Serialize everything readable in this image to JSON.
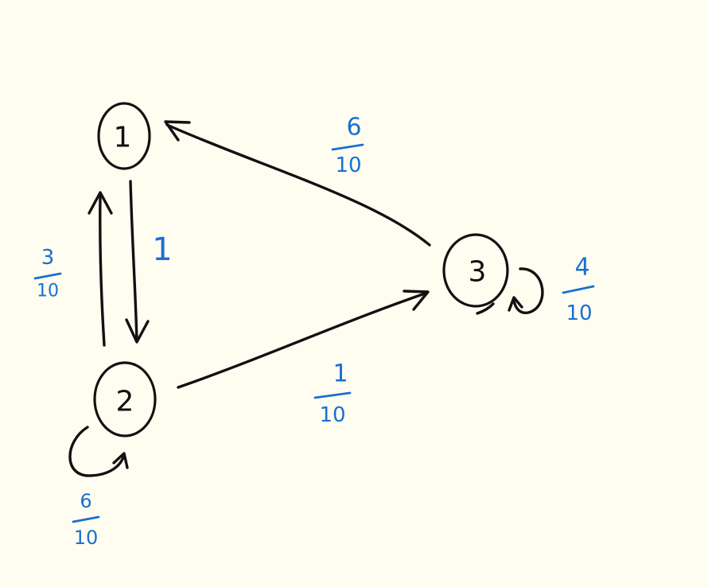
{
  "colors": {
    "background": "#fffdf0",
    "ink": "#111111",
    "label_ink": "#1a6fd1"
  },
  "nodes": [
    {
      "id": "n1",
      "label": "1"
    },
    {
      "id": "n2",
      "label": "2"
    },
    {
      "id": "n3",
      "label": "3"
    }
  ],
  "edges": [
    {
      "id": "e12",
      "from": "1",
      "to": "2",
      "label": {
        "whole": "1"
      }
    },
    {
      "id": "e21",
      "from": "2",
      "to": "1",
      "label": {
        "numerator": "3",
        "denominator": "10"
      }
    },
    {
      "id": "e31",
      "from": "3",
      "to": "1",
      "label": {
        "numerator": "6",
        "denominator": "10"
      }
    },
    {
      "id": "e23",
      "from": "2",
      "to": "3",
      "label": {
        "numerator": "1",
        "denominator": "10"
      }
    },
    {
      "id": "e22",
      "from": "2",
      "to": "2",
      "label": {
        "numerator": "6",
        "denominator": "10"
      }
    },
    {
      "id": "e33",
      "from": "3",
      "to": "3",
      "label": {
        "numerator": "4",
        "denominator": "10"
      }
    }
  ]
}
